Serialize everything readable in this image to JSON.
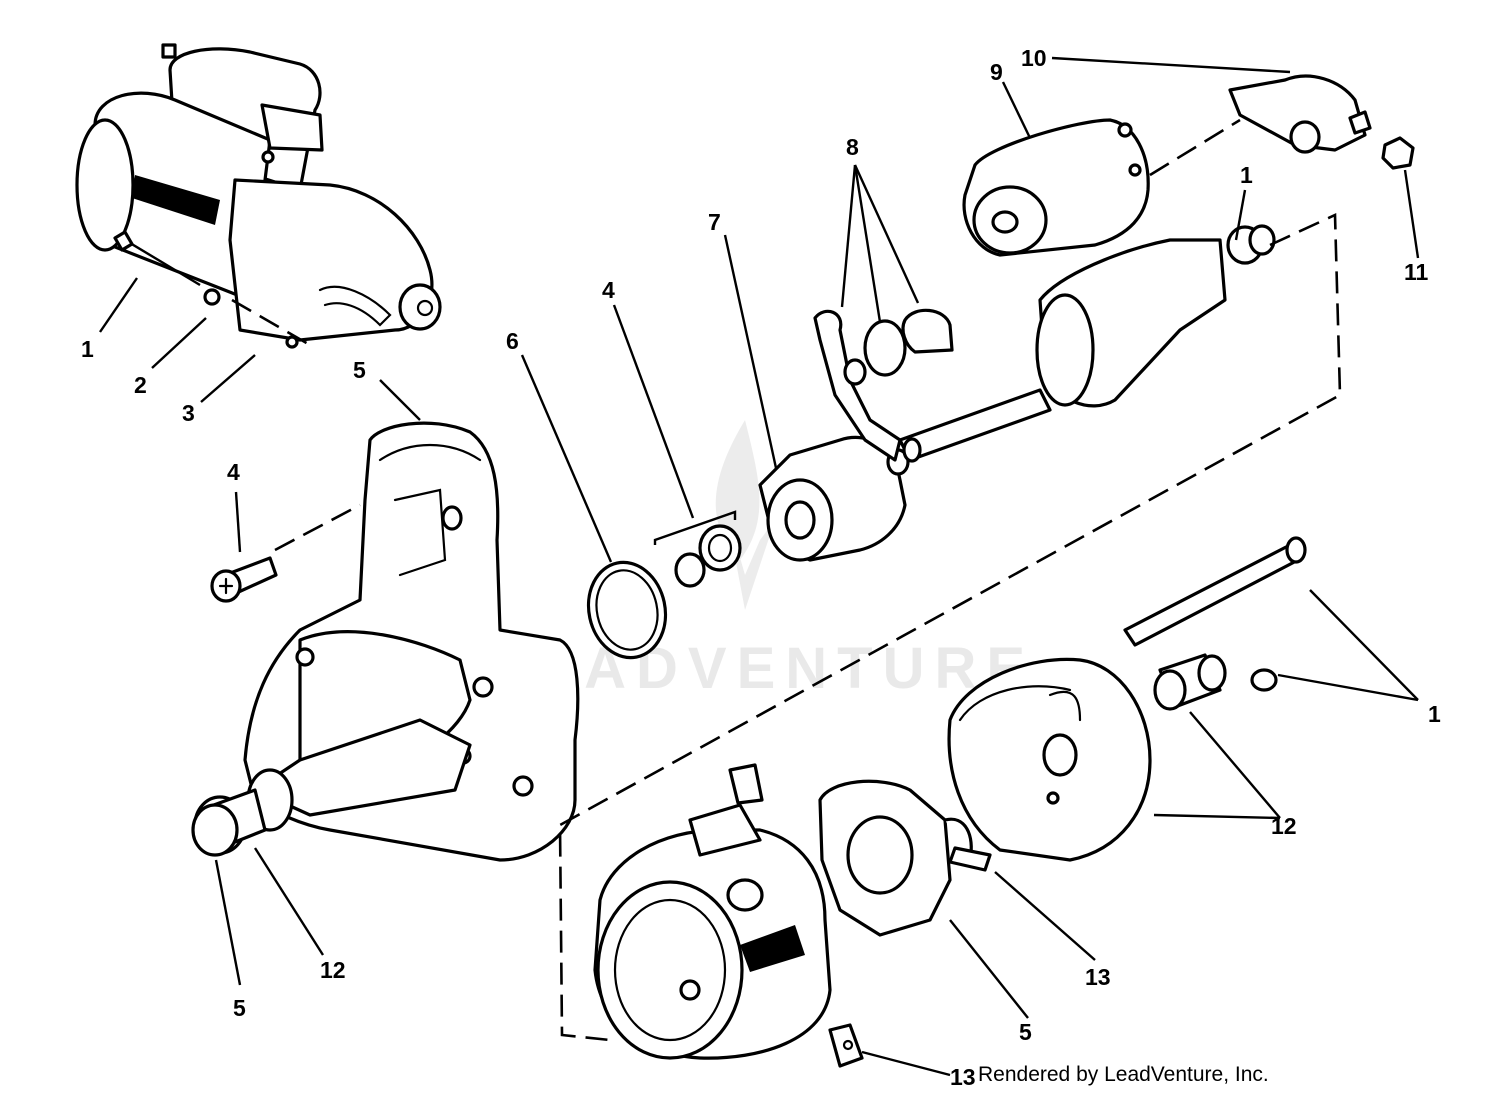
{
  "watermark": {
    "logo_text": "LEADVENTURE"
  },
  "credit": "Rendered by LeadVenture, Inc.",
  "callouts": [
    {
      "id": "c1a",
      "label": "1"
    },
    {
      "id": "c2",
      "label": "2"
    },
    {
      "id": "c3",
      "label": "3"
    },
    {
      "id": "c5a",
      "label": "5"
    },
    {
      "id": "c4a",
      "label": "4"
    },
    {
      "id": "c6",
      "label": "6"
    },
    {
      "id": "c4b",
      "label": "4"
    },
    {
      "id": "c7",
      "label": "7"
    },
    {
      "id": "c8",
      "label": "8"
    },
    {
      "id": "c9",
      "label": "9"
    },
    {
      "id": "c10",
      "label": "10"
    },
    {
      "id": "c1b",
      "label": "1"
    },
    {
      "id": "c11",
      "label": "11"
    },
    {
      "id": "c1c",
      "label": "1"
    },
    {
      "id": "c12a",
      "label": "12"
    },
    {
      "id": "c5b",
      "label": "5"
    },
    {
      "id": "c12b",
      "label": "12"
    },
    {
      "id": "c13a",
      "label": "13"
    },
    {
      "id": "c5c",
      "label": "5"
    },
    {
      "id": "c13b",
      "label": "13"
    }
  ]
}
